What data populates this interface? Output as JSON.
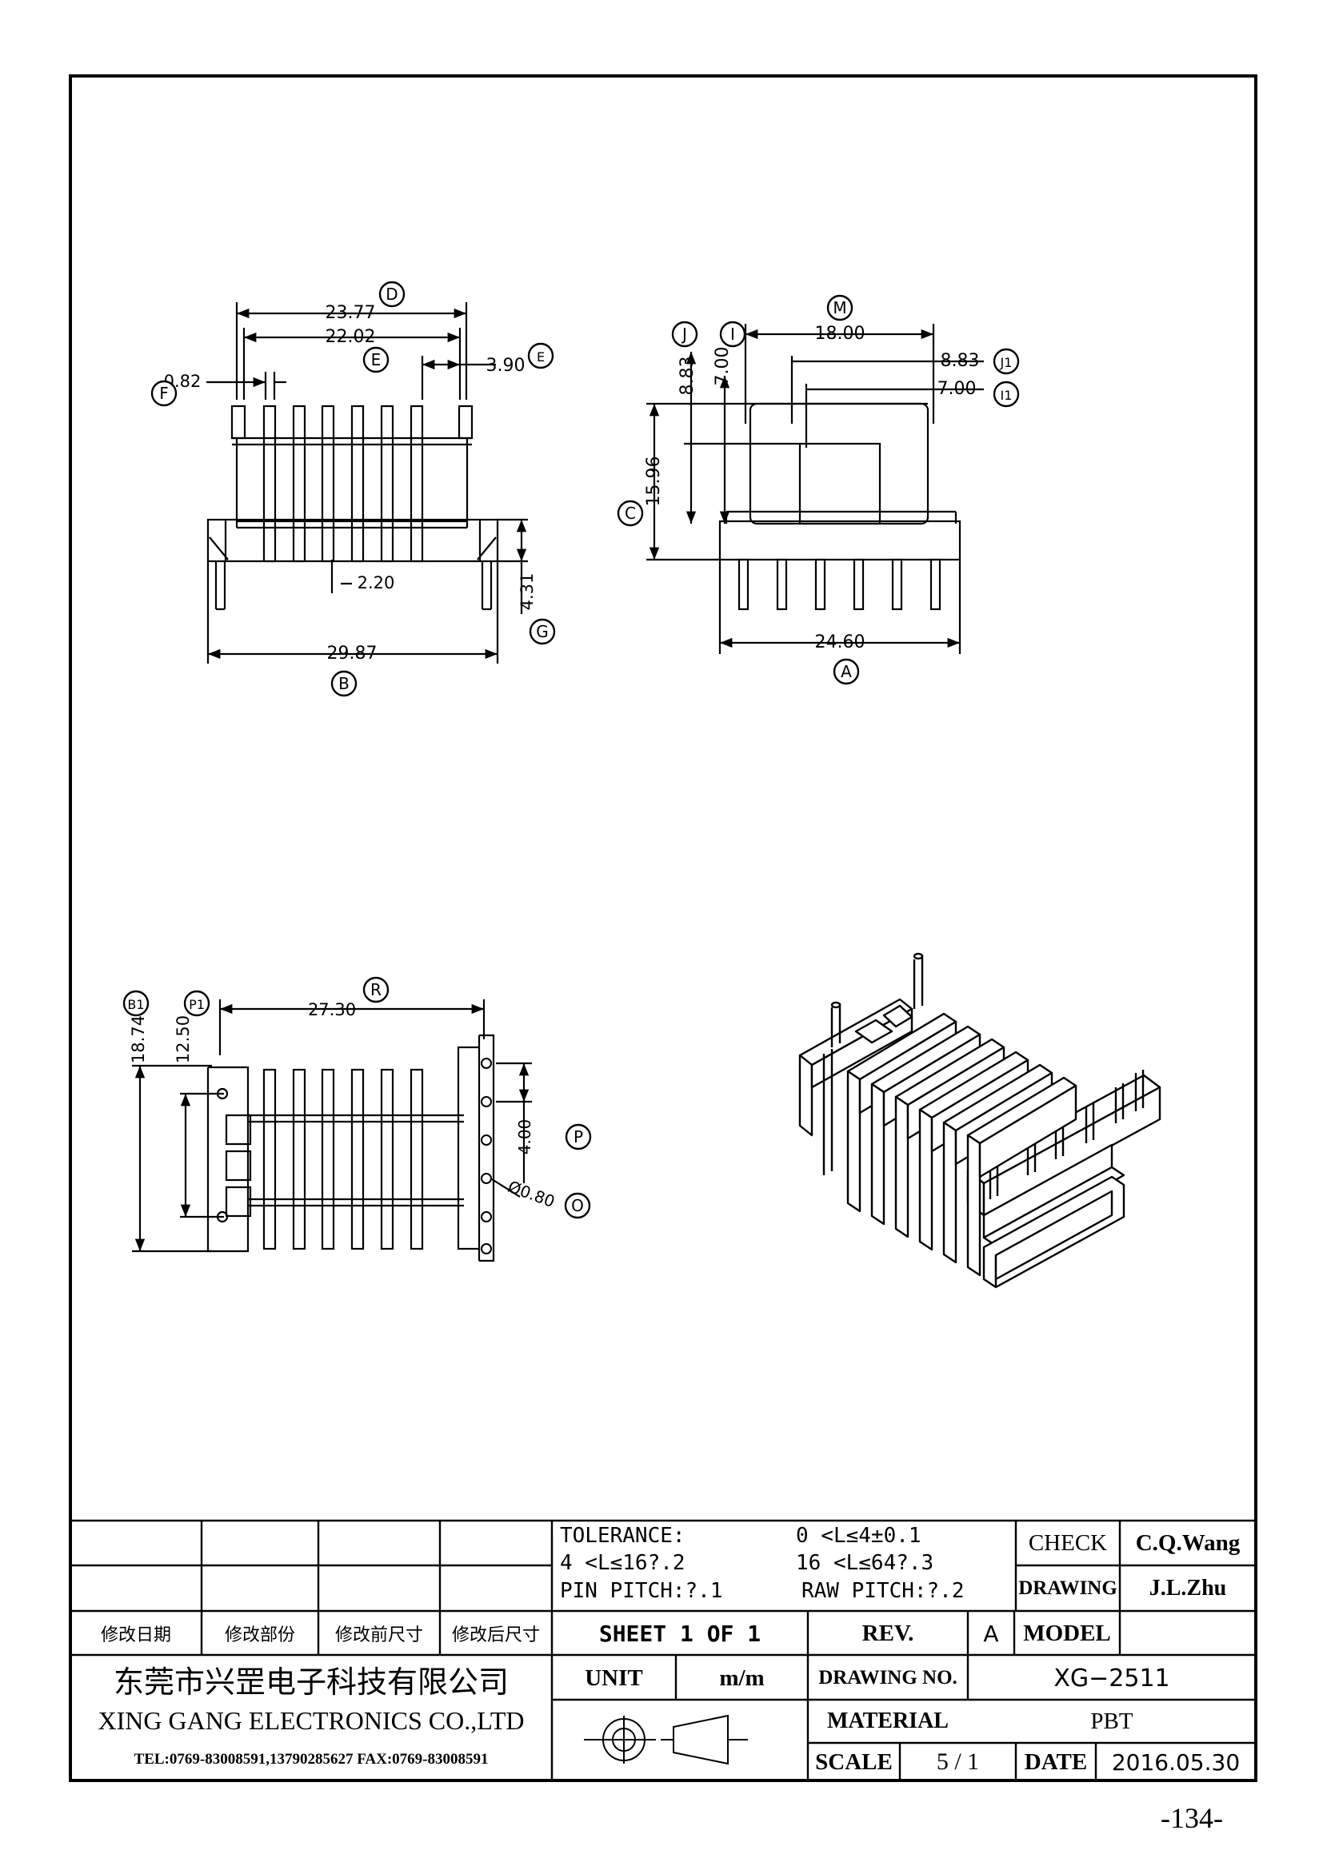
{
  "dimensions": {
    "D": "23.77",
    "E": "22.02",
    "E2": "3.90",
    "F": "0.82",
    "pitch_lower": "2.20",
    "G": "4.31",
    "B": "29.87",
    "M": "18.00",
    "J": "8.83",
    "I": "7.00",
    "J2": "8.83",
    "I2": "7.00",
    "C": "15.96",
    "A": "24.60",
    "R": "27.30",
    "B1": "18.74",
    "P1": "12.50",
    "P": "4.00",
    "O": "Ø0.80"
  },
  "callouts": {
    "D": "D",
    "E": "E",
    "E2": "E",
    "F": "F",
    "G": "G",
    "B": "B",
    "M": "M",
    "J": "J",
    "I": "I",
    "J1": "J1",
    "I1": "I1",
    "C": "C",
    "A": "A",
    "R": "R",
    "B1": "B1",
    "P1": "P1",
    "P": "P",
    "O": "O"
  },
  "title_block": {
    "tolerance_label": "TOLERANCE:",
    "tol_1": "0 <L≤4±0.1",
    "tol_2": "4 <L≤16?.2",
    "tol_3": "16 <L≤64?.3",
    "pin_pitch": "PIN PITCH:?.1",
    "raw_pitch": "RAW PITCH:?.2",
    "check_label": "CHECK",
    "check_value": "C.Q.Wang",
    "drawing_label": "DRAWING",
    "drawing_value": "J.L.Zhu",
    "rev_headers": [
      "修改日期",
      "修改部份",
      "修改前尺寸",
      "修改后尺寸"
    ],
    "sheet": "SHEET 1 OF 1",
    "rev_label": "REV.",
    "rev_value": "A",
    "model_label": "MODEL",
    "model_value": "",
    "company_cn": "东莞市兴罡电子科技有限公司",
    "company_en": "XING GANG ELECTRONICS CO.,LTD",
    "contact": "TEL:0769-83008591,13790285627  FAX:0769-83008591",
    "unit_label": "UNIT",
    "unit_value": "m/m",
    "drawing_no_label": "DRAWING NO.",
    "drawing_no_value": "XG−2511",
    "material_label": "MATERIAL",
    "material_value": "PBT",
    "scale_label": "SCALE",
    "scale_value": "5 / 1",
    "date_label": "DATE",
    "date_value": "2016.05.30"
  },
  "page_number": "-134-"
}
